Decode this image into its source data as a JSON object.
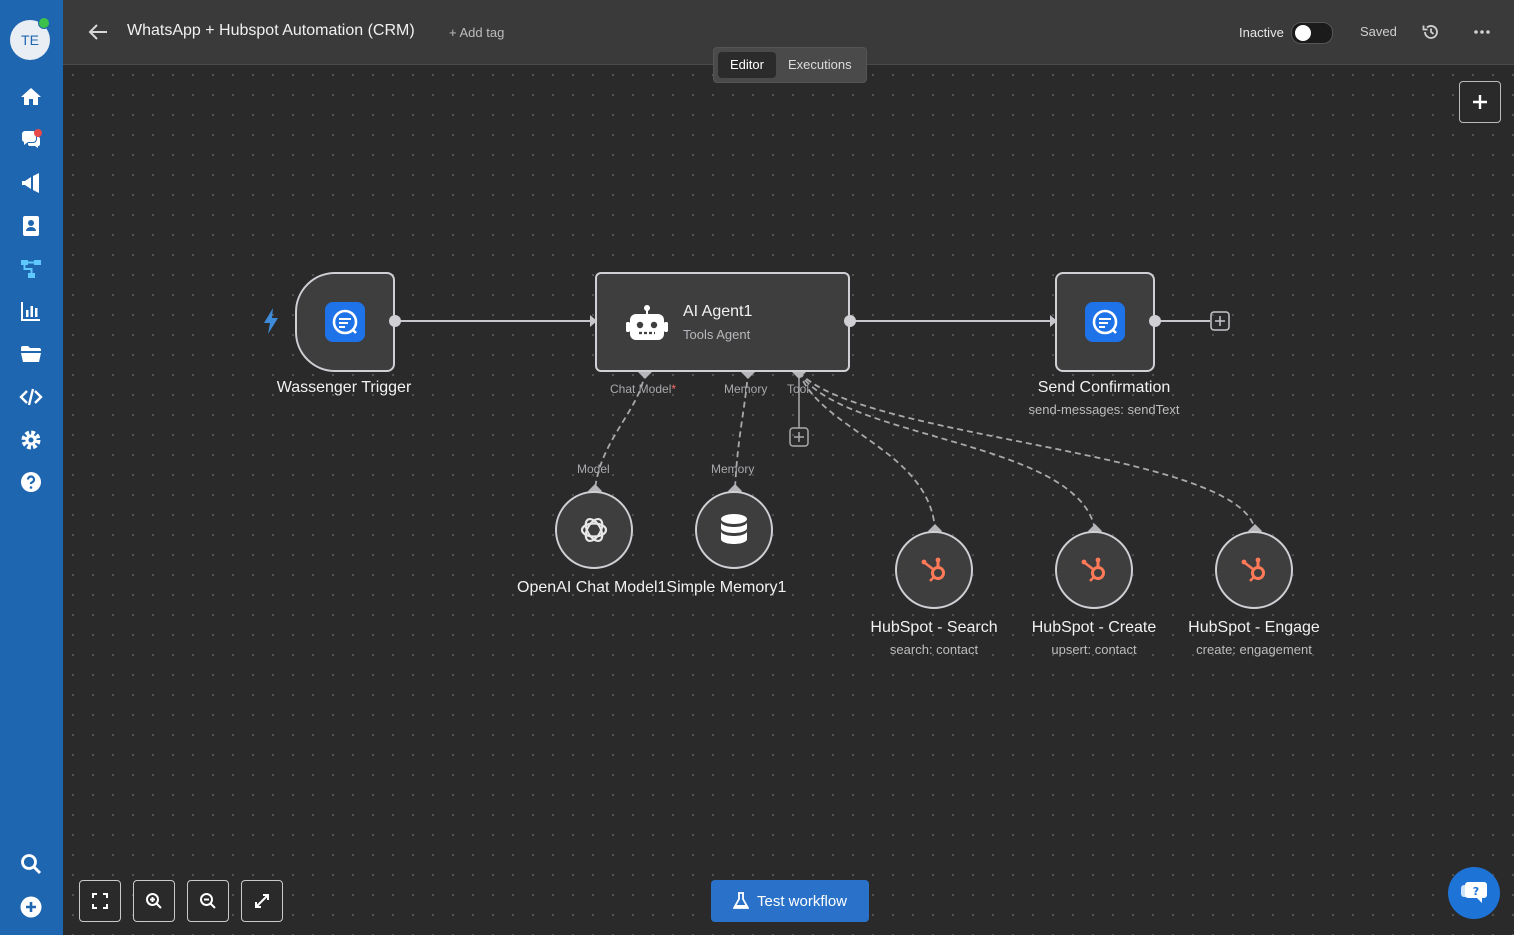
{
  "sidebar": {
    "avatar_initials": "TE",
    "items": [
      {
        "name": "home"
      },
      {
        "name": "chat"
      },
      {
        "name": "campaigns"
      },
      {
        "name": "contacts"
      },
      {
        "name": "workflows"
      },
      {
        "name": "analytics"
      },
      {
        "name": "files"
      },
      {
        "name": "developer"
      },
      {
        "name": "settings"
      },
      {
        "name": "help"
      }
    ]
  },
  "header": {
    "title": "WhatsApp + Hubspot Automation (CRM)",
    "add_tag": "+ Add tag",
    "status_label": "Inactive",
    "active": false,
    "saved_label": "Saved"
  },
  "tabs": [
    {
      "label": "Editor",
      "active": true
    },
    {
      "label": "Executions",
      "active": false
    }
  ],
  "nodes": {
    "trigger": {
      "label": "Wassenger Trigger"
    },
    "agent": {
      "title": "AI Agent1",
      "subtitle": "Tools Agent"
    },
    "send": {
      "label": "Send Confirmation",
      "sub": "send-messages: sendText"
    },
    "openai": {
      "label": "OpenAI Chat Model1"
    },
    "memory": {
      "label": "Simple Memory1"
    },
    "hs_search": {
      "label": "HubSpot - Search",
      "sub": "search: contact"
    },
    "hs_create": {
      "label": "HubSpot - Create",
      "sub": "upsert: contact"
    },
    "hs_engage": {
      "label": "HubSpot - Engage",
      "sub": "create: engagement"
    }
  },
  "ports": {
    "chat_model": "Chat Model",
    "required_mark": "*",
    "memory": "Memory",
    "tool": "Tool",
    "model_in": "Model",
    "memory_in": "Memory"
  },
  "footer": {
    "test_button": "Test workflow"
  },
  "colors": {
    "sidebar": "#1f66b0",
    "canvas": "#2a2a2b",
    "hubspot": "#ff7a59",
    "wassenger": "#1e73e8",
    "accent": "#2a72c9"
  }
}
